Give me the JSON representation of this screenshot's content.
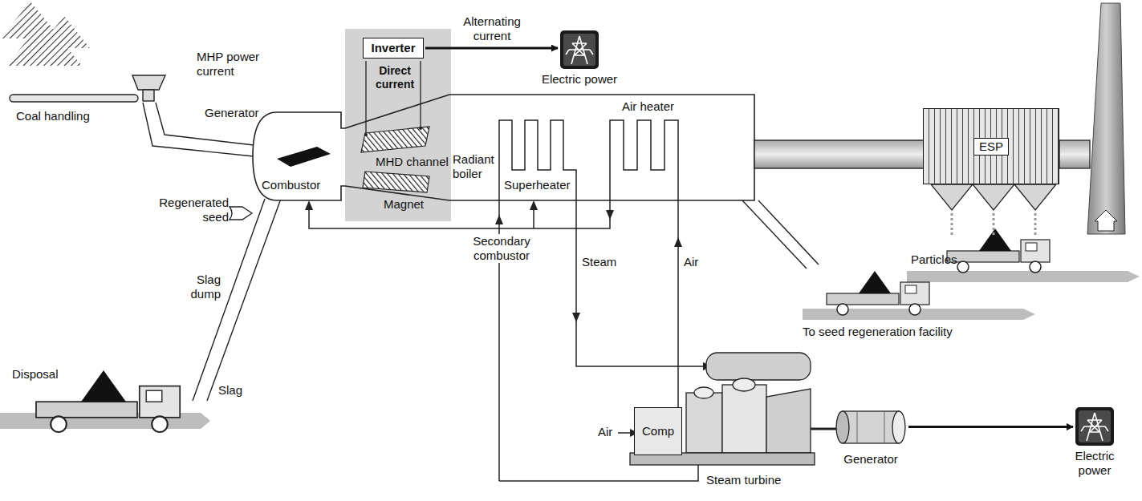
{
  "diagram": {
    "nodes": [
      {
        "text": [
          "Inverter"
        ]
      },
      {
        "text": [
          "Electric power"
        ]
      },
      {
        "text": [
          "ESP"
        ]
      },
      {
        "text": [
          "Comp"
        ]
      },
      {
        "text": [
          "Generator"
        ]
      },
      {
        "text": [
          "Electric power"
        ]
      }
    ],
    "edges": [
      {
        "from": 0,
        "to": 1,
        "arrow": "to",
        "label": "Alternating current"
      },
      {
        "from": 4,
        "to": 5,
        "arrow": "to"
      }
    ],
    "labels": [
      "MHP power current",
      "Generator",
      "Coal handling",
      "Regenerated seed",
      "Combustor",
      "Direct current",
      "MHD channel",
      "Magnet",
      "Radiant boiler",
      "Air heater",
      "Superheater",
      "Secondary combustor",
      "Steam",
      "Air",
      "Slag dump",
      "Slag",
      "Disposal",
      "Particles",
      "To seed regeneration facility",
      "Air",
      "Steam turbine"
    ]
  }
}
